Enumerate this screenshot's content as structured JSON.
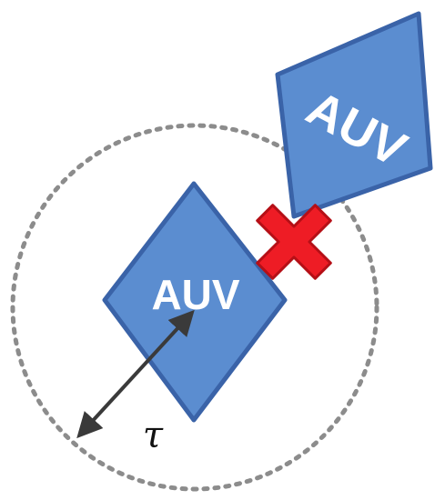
{
  "diagram": {
    "auv_primary": {
      "label": "AUV"
    },
    "auv_secondary": {
      "label": "AUV"
    },
    "radius_symbol": "τ",
    "collision_marker": "cross",
    "colors": {
      "auv_fill": "#5b8dd0",
      "auv_stroke": "#3a63a8",
      "auv_text": "#ffffff",
      "safety_circle": "#8c8c8c",
      "arrow": "#3a3a3a",
      "cross_fill": "#ee1c25",
      "cross_stroke": "#b50f16"
    }
  }
}
